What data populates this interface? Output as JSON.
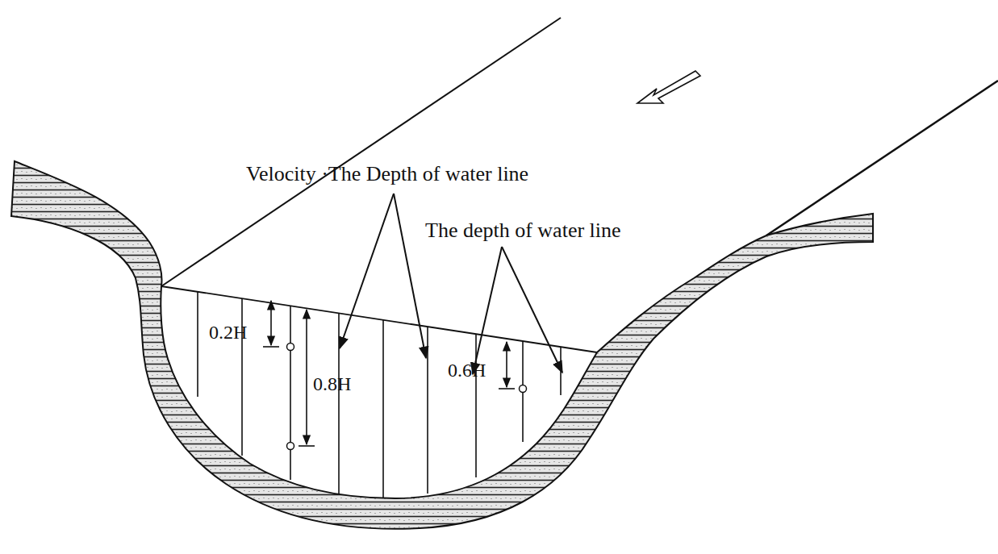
{
  "diagram": {
    "labels": [
      "Velocity ·The Depth of water line",
      "The depth of water line",
      "0.2H",
      "0.8H",
      "0.6H"
    ]
  }
}
